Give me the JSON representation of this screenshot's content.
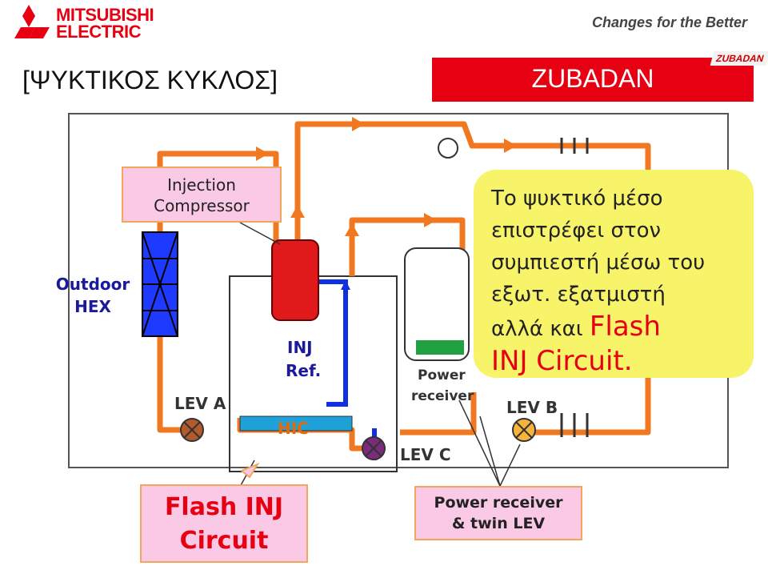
{
  "header": {
    "brand": "MITSUBISHI ELECTRIC",
    "brand_line1": "MITSUBISHI",
    "brand_line2": "ELECTRIC",
    "slogan": "Changes for the Better"
  },
  "title": "[ΨΥΚΤΙΚΟΣ ΚΥΚΛΟΣ]",
  "product": {
    "name": "ZUBADAN",
    "logo_text": "ZUBADAN"
  },
  "diagram": {
    "labels": {
      "outdoor_hex_line1": "Outdoor",
      "outdoor_hex_line2": "HEX",
      "injection_line1": "Injection",
      "injection_line2": "Compressor",
      "inj_ref_line1": "INJ",
      "inj_ref_line2": "Ref.",
      "hic": "HIC",
      "lev_a": "LEV A",
      "lev_b": "LEV B",
      "lev_c": "LEV C",
      "power_receiver_line1": "Power",
      "power_receiver_line2": "receiver"
    },
    "note": {
      "line1": "Το ψυκτικό μέσο",
      "line2": "επιστρέφει στον",
      "line3": "συμπιεστή μέσω του",
      "line4": "εξωτ. εξατμιστή",
      "line5_prefix": "αλλά και",
      "line5_highlight": "Flash",
      "line6_highlight": "INJ Circuit."
    },
    "bottom_boxes": {
      "flash_line1": "Flash INJ",
      "flash_line2": "Circuit",
      "pr_line1": "Power receiver",
      "pr_line2": "& twin LEV"
    }
  },
  "colors": {
    "brand_red": "#e60012",
    "pipe_orange": "#f07820",
    "pipe_blue": "#1030e0",
    "note_yellow": "#f8f46a",
    "callout_pink": "#f9c9e6"
  }
}
